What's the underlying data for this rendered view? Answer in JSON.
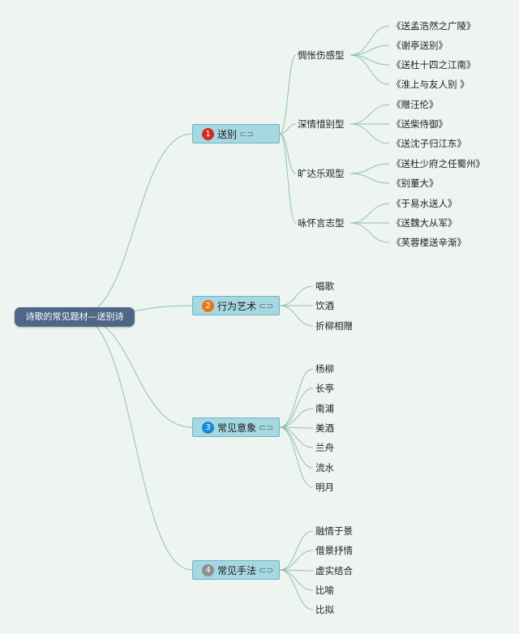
{
  "root": {
    "label": "诗歌的常见题材—送别诗"
  },
  "branches": [
    {
      "number": "1",
      "label": "送别",
      "badge_color": "#d42a1c",
      "children": [
        {
          "label": "惆怅伤感型",
          "items": [
            "《送孟浩然之广陵》",
            "《谢亭送别》",
            "《送杜十四之江南》",
            "《淮上与友人别 》"
          ]
        },
        {
          "label": "深情惜别型",
          "items": [
            "《赠汪伦》",
            "《送柴侍御》",
            "《送沈子归江东》"
          ]
        },
        {
          "label": "旷达乐观型",
          "items": [
            "《送杜少府之任蜀州》",
            "《别董大》"
          ]
        },
        {
          "label": "咏怀言志型",
          "items": [
            "《于易水送人》",
            "《送魏大从军》",
            "《芙蓉楼送辛渐》"
          ]
        }
      ]
    },
    {
      "number": "2",
      "label": "行为艺术",
      "badge_color": "#e87510",
      "items": [
        "唱歌",
        "饮酒",
        "折柳相赠"
      ]
    },
    {
      "number": "3",
      "label": "常见意象",
      "badge_color": "#1e88d8",
      "items": [
        "杨柳",
        "长亭",
        "南浦",
        "美酒",
        "兰舟",
        "流水",
        "明月"
      ]
    },
    {
      "number": "4",
      "label": "常见手法",
      "badge_color": "#8e8e8e",
      "items": [
        "融情于景",
        "借景抒情",
        "虚实结合",
        "比喻",
        "比拟"
      ]
    }
  ],
  "colors": {
    "edge": "#8fc1b4",
    "background": "#eef5f0",
    "root": "#4f6688",
    "branch_fill": "#a6d8e2"
  },
  "icons": {
    "branch_link": "link-icon"
  }
}
